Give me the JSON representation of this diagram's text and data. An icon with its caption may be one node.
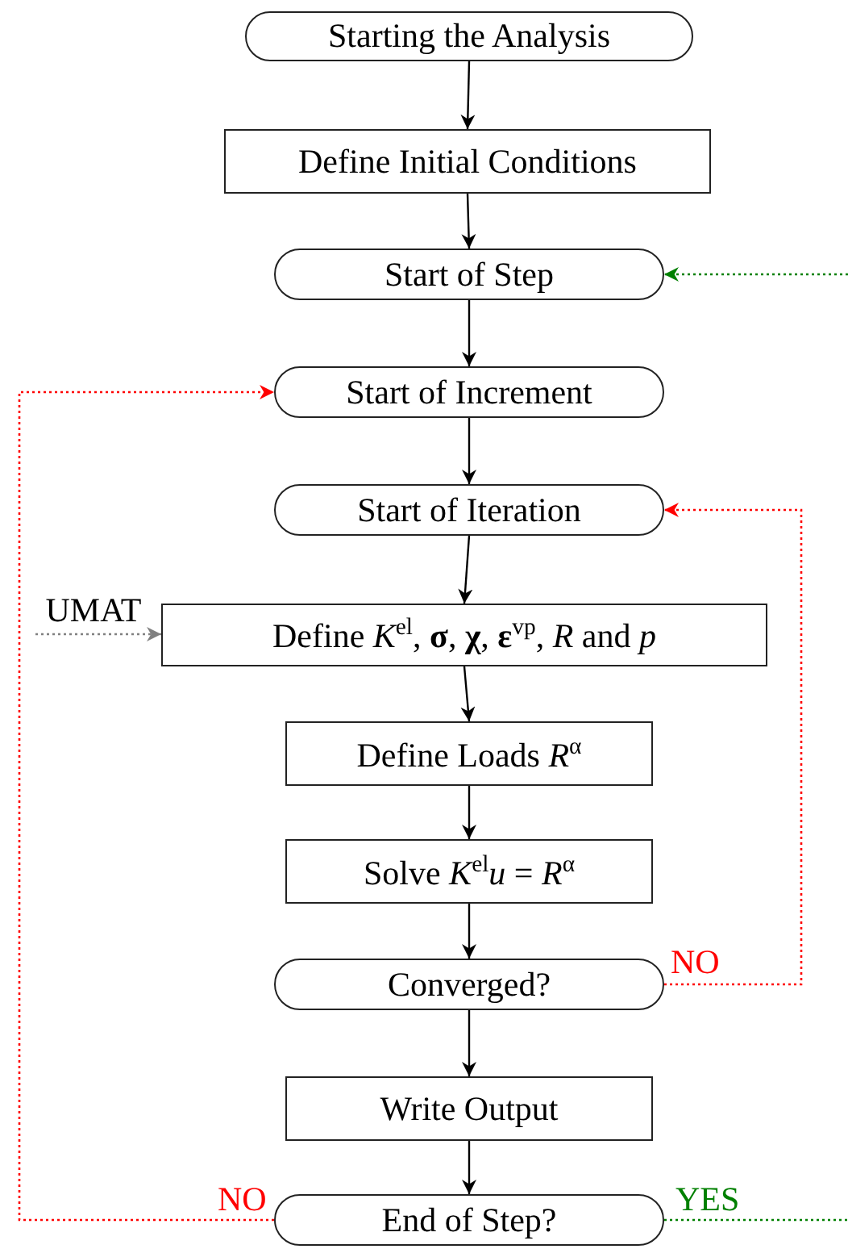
{
  "diagram": {
    "nodes": [
      {
        "text": [
          "Starting the Analysis"
        ]
      },
      {
        "text": [
          "Define Initial Conditions"
        ]
      },
      {
        "text": [
          "Start of Step"
        ]
      },
      {
        "text": [
          "Start of Increment"
        ]
      },
      {
        "text": [
          "Start of Iteration"
        ]
      },
      {
        "text": [
          "Define *K*$^{el}$, **σ**, **χ**, **ε**$^{vp}$, *R* and *p*"
        ]
      },
      {
        "text": [
          "Define Loads *R*$^{α}$"
        ]
      },
      {
        "text": [
          "Solve *K*$^{el}$*u* = *R*$^{α}$"
        ]
      },
      {
        "text": [
          "Converged?"
        ]
      },
      {
        "text": [
          "Write Output"
        ]
      },
      {
        "text": [
          "End of Step?"
        ]
      },
      {
        "text": [
          "UMAT"
        ]
      }
    ],
    "edges": [
      {
        "from": 0,
        "to": 1,
        "arrow": "to"
      },
      {
        "from": 1,
        "to": 2,
        "arrow": "to"
      },
      {
        "from": 2,
        "to": 3,
        "arrow": "to"
      },
      {
        "from": 3,
        "to": 4,
        "arrow": "to"
      },
      {
        "from": 4,
        "to": 5,
        "arrow": "to"
      },
      {
        "from": 5,
        "to": 6,
        "arrow": "to"
      },
      {
        "from": 6,
        "to": 7,
        "arrow": "to"
      },
      {
        "from": 7,
        "to": 8,
        "arrow": "to"
      },
      {
        "from": 8,
        "to": 9,
        "arrow": "to"
      },
      {
        "from": 9,
        "to": 10,
        "arrow": "to"
      },
      {
        "from": 8,
        "to": 4,
        "arrow": "to",
        "label": "NO",
        "style": "dashed",
        "color": "#ff0000"
      },
      {
        "from": 10,
        "to": 3,
        "arrow": "to",
        "label": "NO",
        "style": "dashed",
        "color": "#ff0000"
      },
      {
        "from": 10,
        "to": null,
        "arrow": "none",
        "label": "YES",
        "style": "dashed",
        "color": "#008000"
      },
      {
        "from": null,
        "to": 2,
        "arrow": "to",
        "style": "dashed",
        "color": "#008000"
      },
      {
        "from": 11,
        "to": 5,
        "arrow": "to",
        "style": "dashed",
        "color": "#808080"
      }
    ]
  }
}
